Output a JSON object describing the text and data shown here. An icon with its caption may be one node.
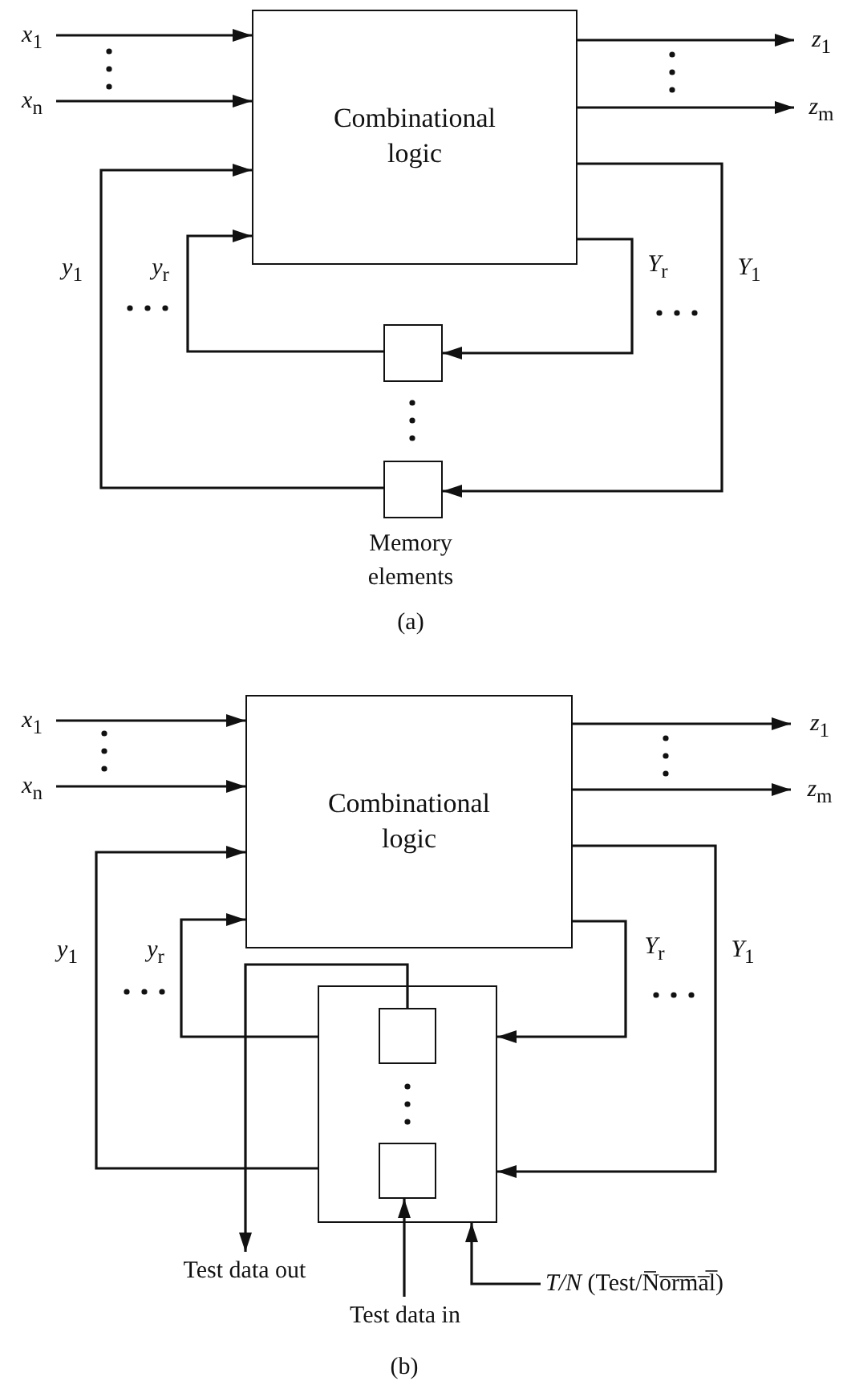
{
  "diagram": {
    "nodes": [
      {
        "text": [
          "x$_{1}$"
        ]
      },
      {
        "text": [
          "x$_{n}$"
        ]
      },
      {
        "text": [
          "Combinational logic"
        ]
      },
      {
        "text": [
          "z$_{1}$"
        ]
      },
      {
        "text": [
          "z$_{m}$"
        ]
      },
      {
        "text": [],
        "shape": "box"
      },
      {
        "text": [],
        "shape": "box",
        "beside": [
          "Memory elements"
        ]
      },
      {
        "text": [
          "x$_{1}$"
        ]
      },
      {
        "text": [
          "x$_{n}$"
        ]
      },
      {
        "text": [
          "Combinational logic"
        ]
      },
      {
        "text": [
          "z$_{1}$"
        ]
      },
      {
        "text": [
          "z$_{m}$"
        ]
      },
      {
        "text": [],
        "shape": "box"
      },
      {
        "text": [],
        "shape": "box",
        "in": 12
      },
      {
        "text": [],
        "shape": "box",
        "in": 12
      },
      {
        "text": [
          "Test data out"
        ]
      },
      {
        "text": [
          "Test data in"
        ]
      },
      {
        "text": [
          "*T/N* (Test/N̅o̅r̅m̅a̅l̅)"
        ]
      }
    ],
    "edges": [
      {
        "from": 0,
        "to": 2,
        "arrow": "to"
      },
      {
        "from": 1,
        "to": 2,
        "arrow": "to"
      },
      {
        "from": 2,
        "to": 3,
        "arrow": "to"
      },
      {
        "from": 2,
        "to": 4,
        "arrow": "to"
      },
      {
        "from": 2,
        "to": 5,
        "arrow": "to",
        "label": "Y$_{r}$"
      },
      {
        "from": 5,
        "to": 2,
        "arrow": "to",
        "label": "y$_{r}$"
      },
      {
        "from": 2,
        "to": 6,
        "arrow": "to",
        "label": "Y$_{1}$"
      },
      {
        "from": 6,
        "to": 2,
        "arrow": "to",
        "label": "y$_{1}$"
      },
      {
        "from": 7,
        "to": 9,
        "arrow": "to"
      },
      {
        "from": 8,
        "to": 9,
        "arrow": "to"
      },
      {
        "from": 9,
        "to": 10,
        "arrow": "to"
      },
      {
        "from": 9,
        "to": 11,
        "arrow": "to"
      },
      {
        "from": 9,
        "to": 12,
        "arrow": "to",
        "label": "Y$_{r}$"
      },
      {
        "from": 9,
        "to": 12,
        "arrow": "to",
        "label": "Y$_{1}$"
      },
      {
        "from": 12,
        "to": 9,
        "arrow": "to",
        "label": "y$_{r}$"
      },
      {
        "from": 12,
        "to": 9,
        "arrow": "to",
        "label": "y$_{1}$"
      },
      {
        "from": 13,
        "to": 15,
        "arrow": "to"
      },
      {
        "from": 16,
        "to": 14,
        "arrow": "to"
      },
      {
        "from": 17,
        "to": 12,
        "arrow": "to"
      }
    ],
    "labels": [
      "(a)",
      "(b)"
    ]
  }
}
